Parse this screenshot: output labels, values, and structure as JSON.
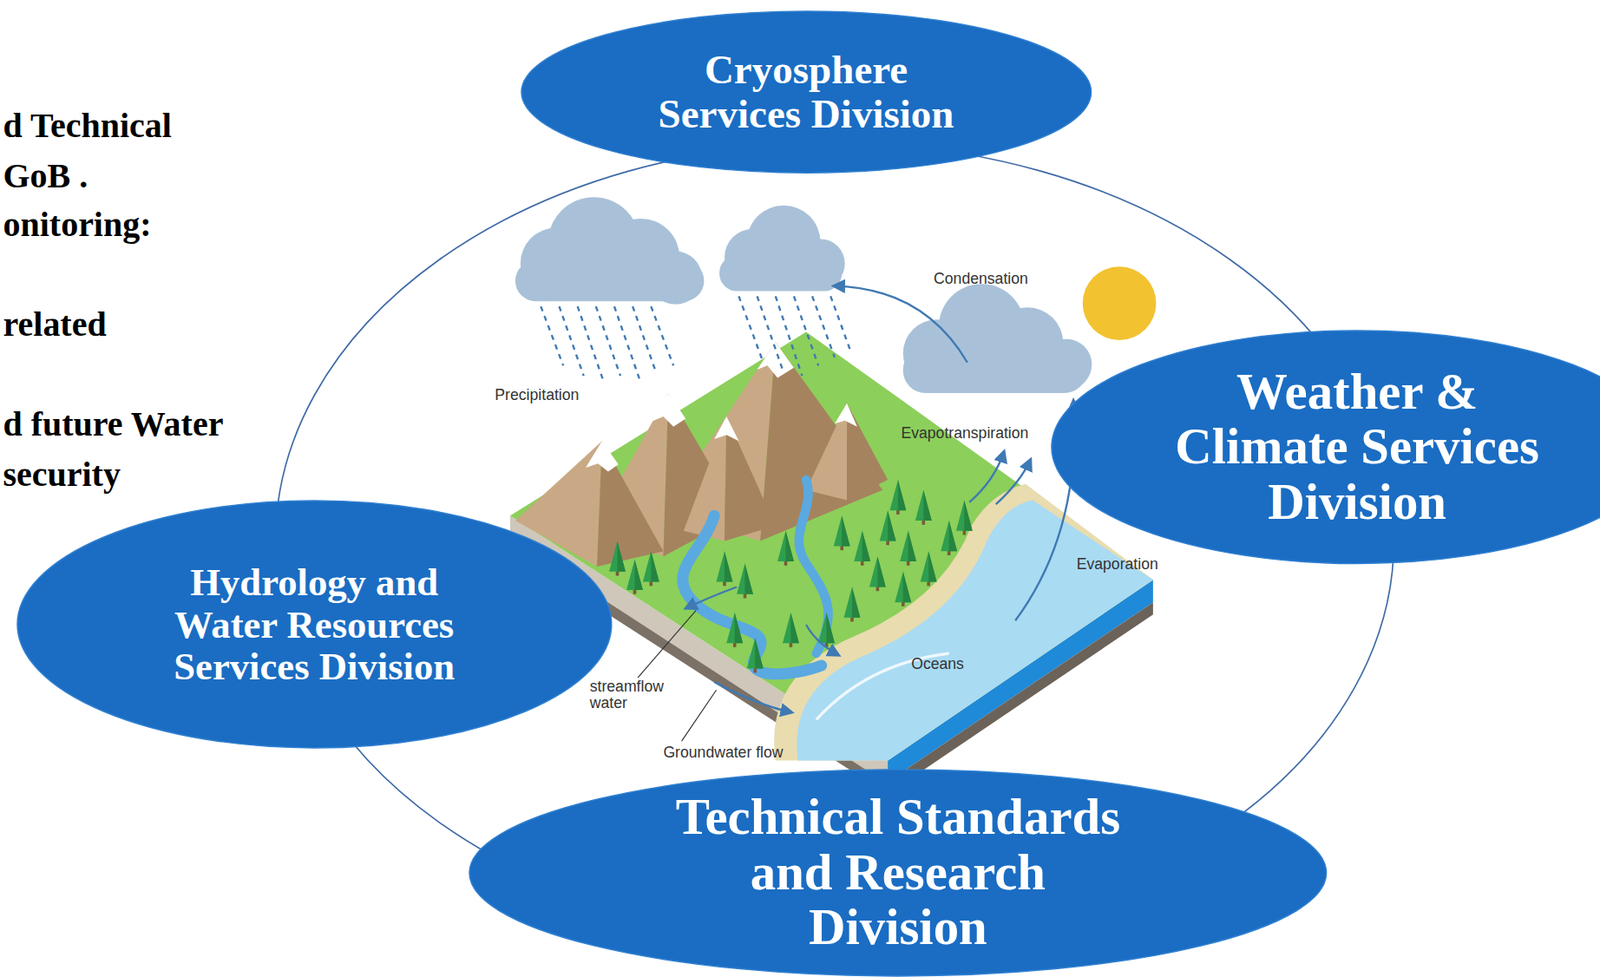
{
  "diagram": {
    "nodes": [
      {
        "text": [
          "Cryosphere Services Division"
        ]
      },
      {
        "text": [
          "Weather & Climate Services Division"
        ]
      },
      {
        "text": [
          "Hydrology and Water Resources Services Division"
        ]
      },
      {
        "text": [
          "Technical Standards and Research Division"
        ]
      }
    ],
    "labels": [
      "d Technical",
      "GoB .",
      "onitoring:",
      "related",
      "d future Water",
      "security",
      "Condensation",
      "Precipitation",
      "Evapotranspiration",
      "Evaporation",
      "Oceans",
      "streamflow water",
      "Groundwater flow"
    ]
  }
}
